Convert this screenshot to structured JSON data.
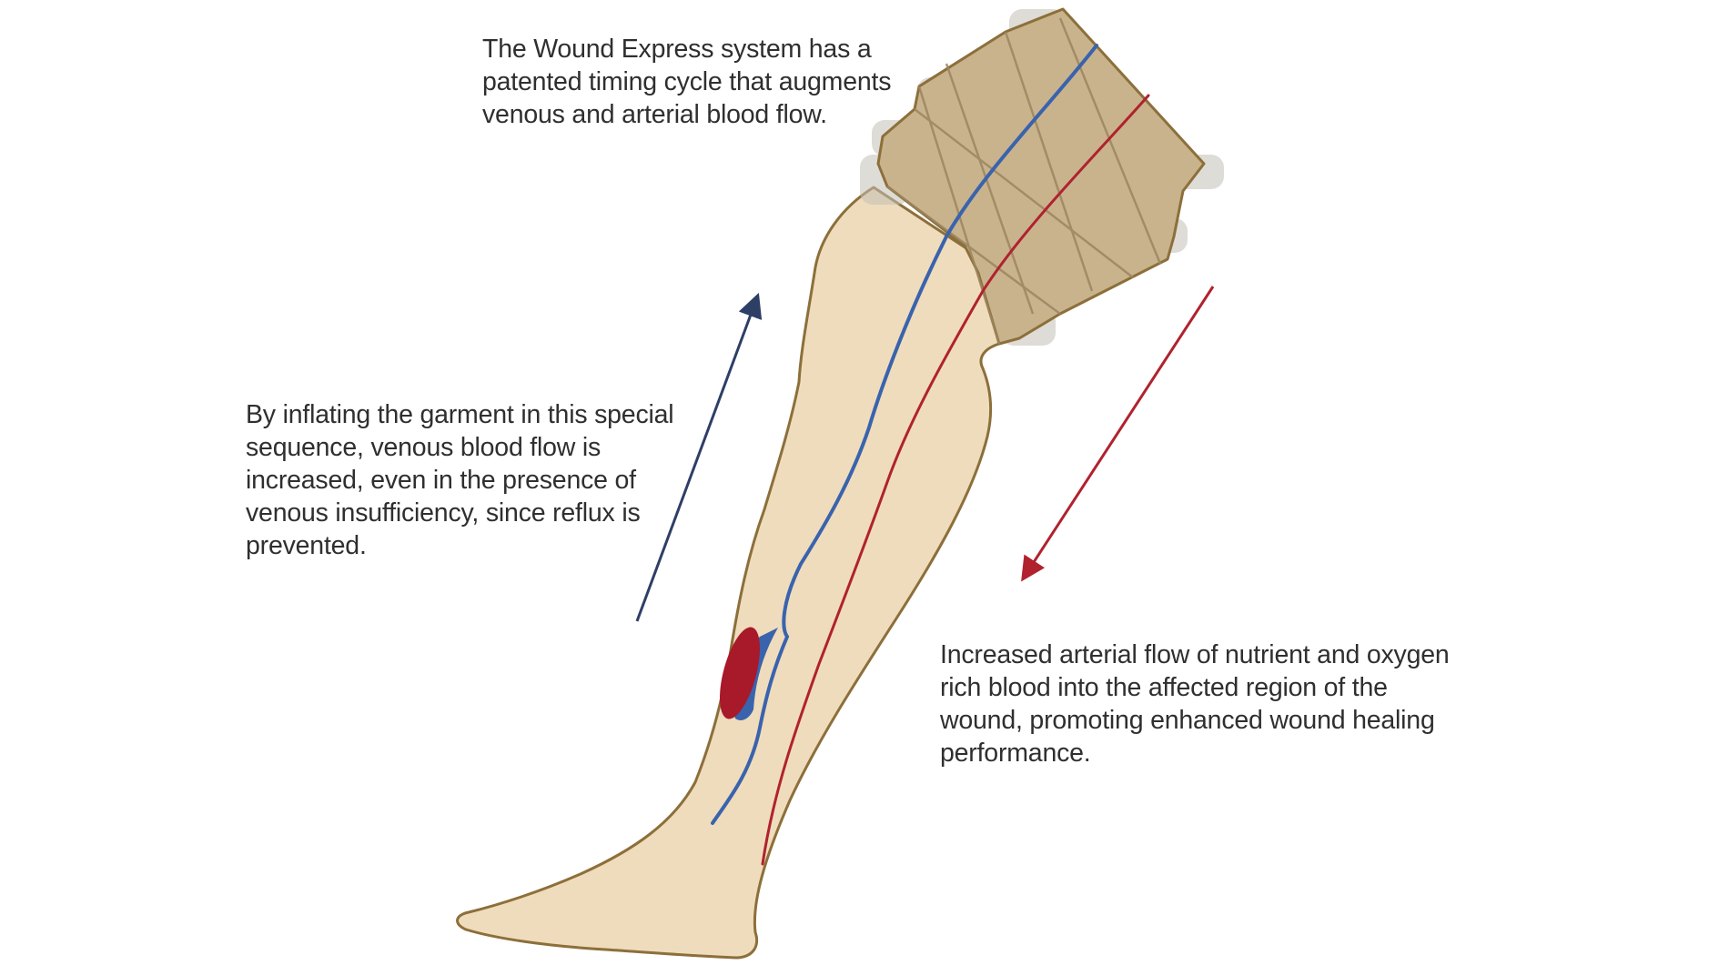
{
  "captions": {
    "top": "The Wound Express system has a patented timing cycle that augments venous and arterial blood flow.",
    "left": "By inflating the garment in this special sequence, venous blood flow is increased, even in the presence of venous insufficiency, since reflux is prevented.",
    "right": "Increased arterial flow of nutrient and oxygen rich blood into the affected region of the wound, promoting enhanced wound healing performance."
  },
  "colors": {
    "skin": "#efdcbc",
    "skin_outline": "#8c6f3a",
    "garment": "#c9b38d",
    "vein": "#3a63ad",
    "artery": "#b0222e",
    "wound": "#a8192a",
    "arrow_up": "#2e3f66",
    "arrow_down": "#b0222e",
    "text": "#2f2f2f"
  }
}
